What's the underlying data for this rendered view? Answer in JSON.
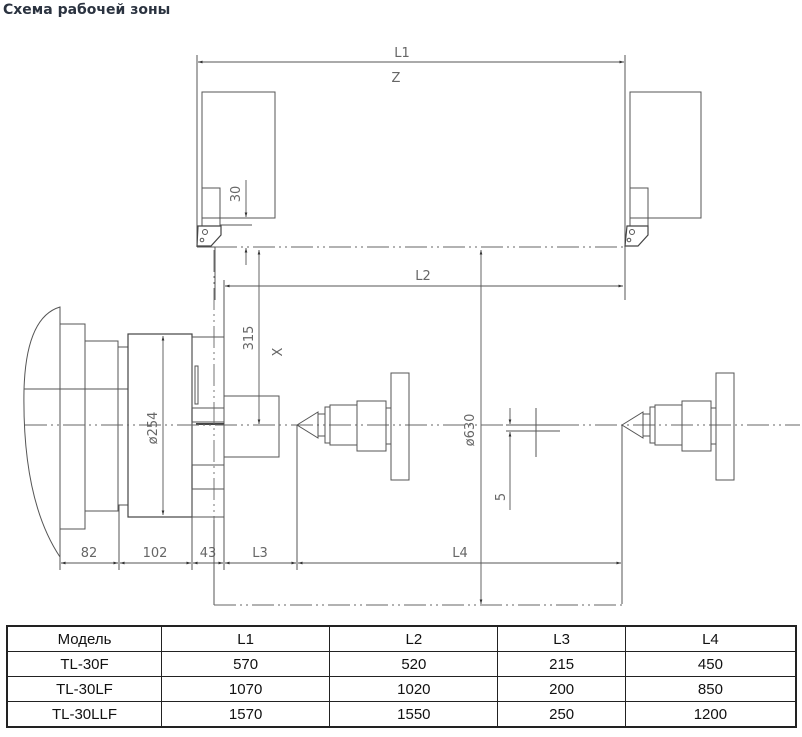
{
  "title": "Схема рабочей зоны",
  "drawing": {
    "labels": {
      "l1": "L1",
      "z": "Z",
      "l2": "L2",
      "l3": "L3",
      "l4": "L4",
      "x": "X",
      "d30": "30",
      "d315": "315",
      "d254": "ø254",
      "d630": "ø630",
      "d5": "5",
      "d82": "82",
      "d102": "102",
      "d43": "43"
    }
  },
  "table": {
    "headers": [
      "Модель",
      "L1",
      "L2",
      "L3",
      "L4"
    ],
    "rows": [
      [
        "TL-30F",
        "570",
        "520",
        "215",
        "450"
      ],
      [
        "TL-30LF",
        "1070",
        "1020",
        "200",
        "850"
      ],
      [
        "TL-30LLF",
        "1570",
        "1550",
        "250",
        "1200"
      ]
    ]
  }
}
